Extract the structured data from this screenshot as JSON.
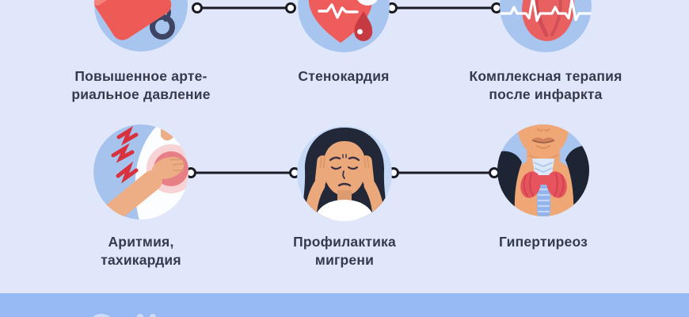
{
  "infographic": {
    "items": [
      {
        "icon": "blood-pressure-monitor-icon",
        "line1": "Повышенное арте-",
        "line2": "риальное давление"
      },
      {
        "icon": "heart-ecg-blood-drop-icon",
        "line1": "Стенокардия",
        "line2": ""
      },
      {
        "icon": "heart-cardiogram-icon",
        "line1": "Комплексная терапия",
        "line2": "после инфаркта"
      },
      {
        "icon": "chest-pain-icon",
        "line1": "Аритмия,",
        "line2": "тахикардия"
      },
      {
        "icon": "woman-migraine-icon",
        "line1": "Профилактика",
        "line2": "мигрени"
      },
      {
        "icon": "thyroid-gland-icon",
        "line1": "Гипертиреоз",
        "line2": ""
      }
    ],
    "colors": {
      "background": "#e0e7fa",
      "circle_fill": "#a8c5f0",
      "circle_fill_light": "#c6daf8",
      "connector": "#1a1b24",
      "label_text": "#343b4d",
      "accent_red": "#ee5a57",
      "dark_red": "#c63a43",
      "skin": "#eeae85",
      "hair_dark": "#222838",
      "footer_band": "#97b9f4"
    }
  }
}
